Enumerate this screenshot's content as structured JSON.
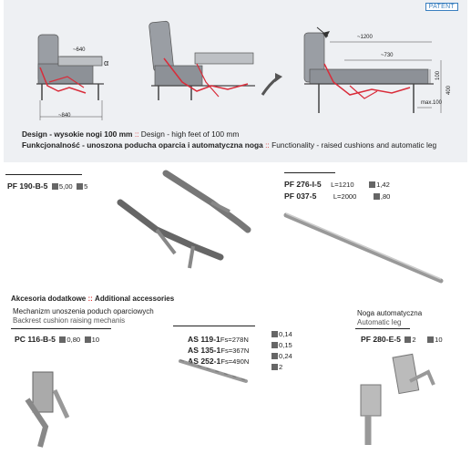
{
  "header": {
    "patent": "PATENT",
    "dims": {
      "d640a": "~640",
      "alpha": "α",
      "d840": "~840",
      "d1200": "~1200",
      "d730": "~730",
      "d100": "100",
      "d400": "400",
      "max100": "max.100"
    },
    "caption1_pl": "Design - wysokie nogi 100 mm",
    "caption1_en": "Design - high feet of 100 mm",
    "caption2_pl": "Funkcjonalność - unoszona poducha oparcia i automatyczna noga",
    "caption2_en": "Functionality - raised cushions and automatic leg",
    "separator": "::"
  },
  "pf190": {
    "code": "PF 190-B-5",
    "weight": "5,00",
    "qty": "5"
  },
  "pf276": {
    "code": "PF 276-I-5",
    "length": "L=1210",
    "weight": "1,42"
  },
  "pf037": {
    "code": "PF 037-5",
    "length": "L=2000",
    "weight": ",80"
  },
  "accessories": {
    "title_pl": "Akcesoria dodatkowe",
    "title_en": "Additional accessories",
    "mech_pl": "Mechanizm unoszenia poduch oparciowych",
    "mech_en": "Backrest cushion raising mechanis",
    "pc116": {
      "code": "PC 116-B-5",
      "weight": "0,80",
      "qty": "10"
    }
  },
  "as_items": [
    {
      "code": "AS 119-1",
      "force": "Fs=278N",
      "weight": "0,14"
    },
    {
      "code": "AS 135-1",
      "force": "Fs=367N",
      "weight": "0,15"
    },
    {
      "code": "AS 252-1",
      "force": "Fs=490N",
      "weight": "0,24"
    }
  ],
  "as_qty": "2",
  "leg": {
    "pl": "Noga automatyczna",
    "en": "Automatic leg",
    "code": "PF 280-E-5",
    "weight": "2",
    "qty": "10"
  }
}
